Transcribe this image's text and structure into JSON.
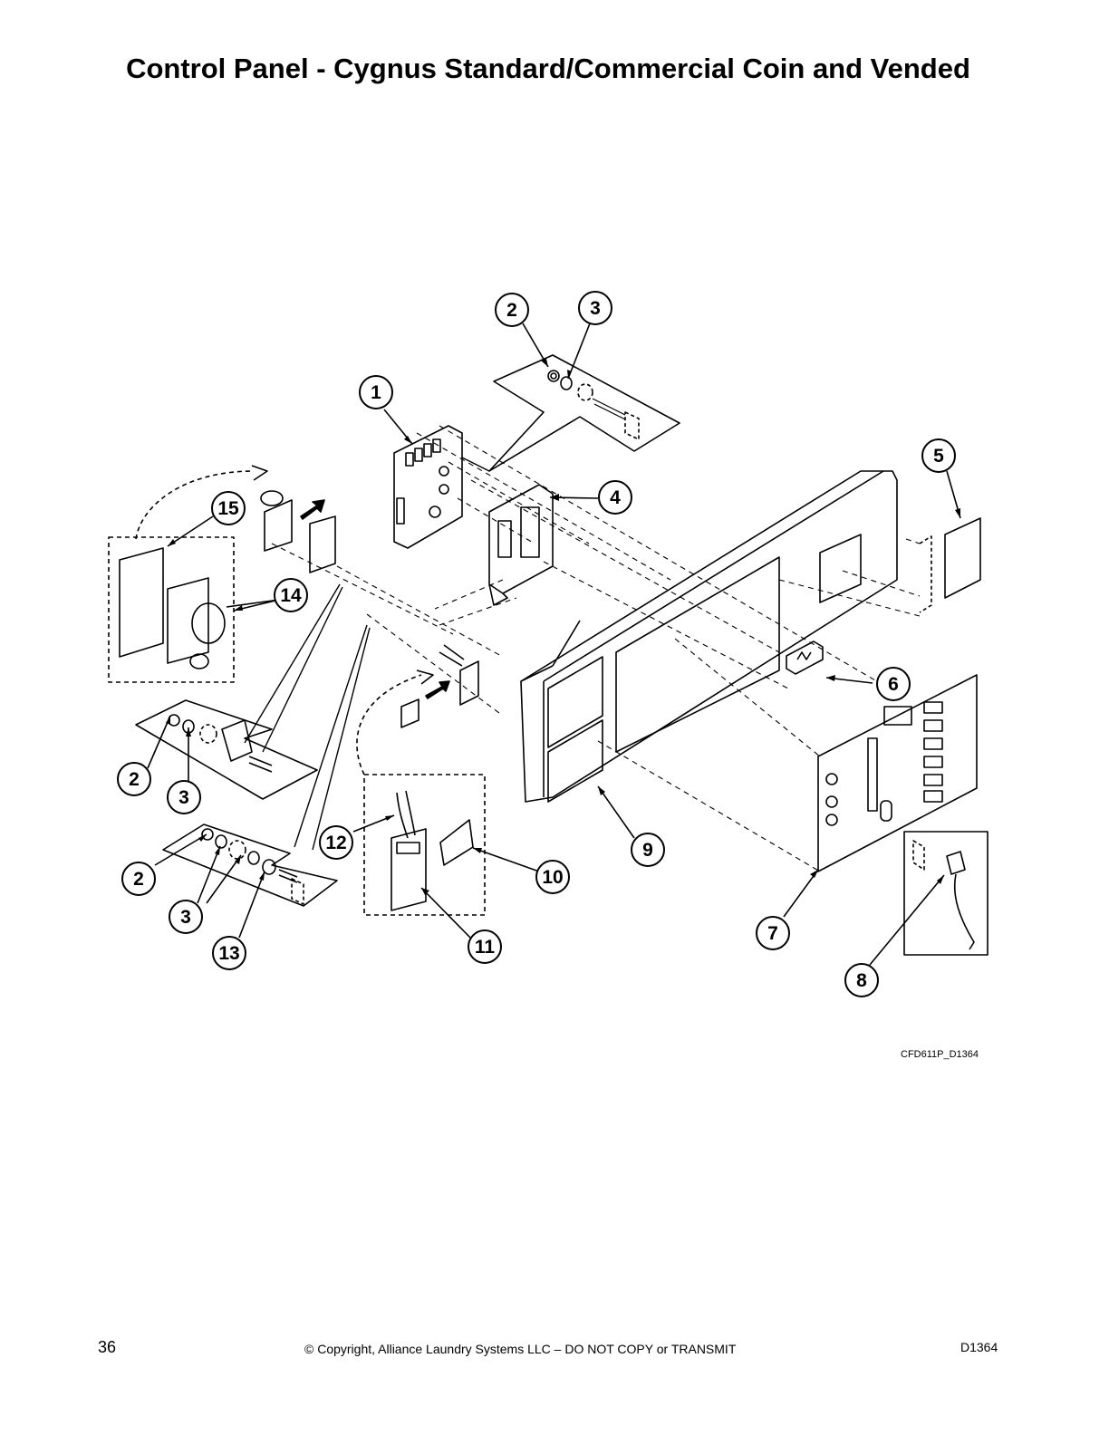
{
  "title": "Control Panel - Cygnus Standard/Commercial Coin and Vended",
  "figure_code": "CFD611P_D1364",
  "footer": {
    "page_number": "36",
    "copyright": "© Copyright, Alliance Laundry Systems LLC – DO NOT COPY or TRANSMIT",
    "doc_code": "D1364"
  },
  "callouts": [
    {
      "id": "c1",
      "label": "1"
    },
    {
      "id": "c2a",
      "label": "2"
    },
    {
      "id": "c3a",
      "label": "3"
    },
    {
      "id": "c4",
      "label": "4"
    },
    {
      "id": "c5",
      "label": "5"
    },
    {
      "id": "c6",
      "label": "6"
    },
    {
      "id": "c7",
      "label": "7"
    },
    {
      "id": "c8",
      "label": "8"
    },
    {
      "id": "c9",
      "label": "9"
    },
    {
      "id": "c10",
      "label": "10"
    },
    {
      "id": "c11",
      "label": "11"
    },
    {
      "id": "c12",
      "label": "12"
    },
    {
      "id": "c13",
      "label": "13"
    },
    {
      "id": "c14",
      "label": "14"
    },
    {
      "id": "c15",
      "label": "15"
    },
    {
      "id": "c2b",
      "label": "2"
    },
    {
      "id": "c3b",
      "label": "3"
    },
    {
      "id": "c2c",
      "label": "2"
    },
    {
      "id": "c3c",
      "label": "3"
    }
  ]
}
